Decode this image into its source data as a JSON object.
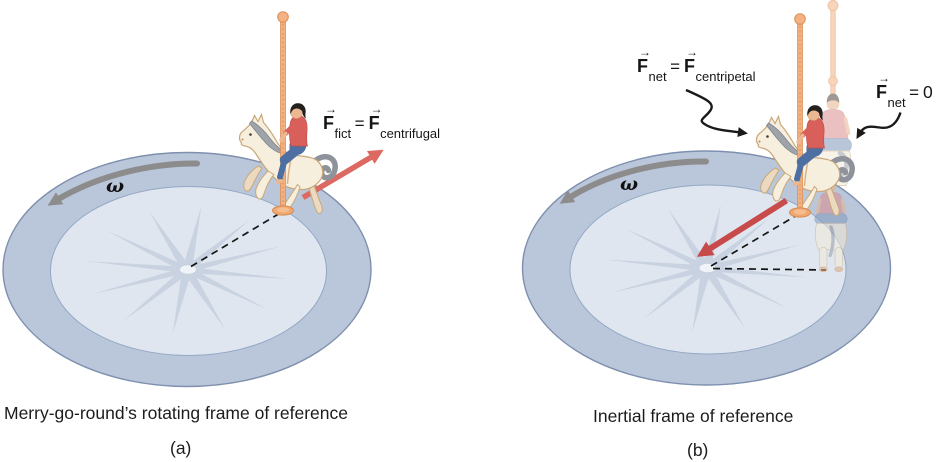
{
  "figure": {
    "description": "Merry-go-round frames of reference diagram",
    "panel_a": {
      "omega": "ω",
      "force_label": {
        "lhs_base": "F",
        "lhs_sub": "fict",
        "eq": "=",
        "rhs_base": "F",
        "rhs_sub": "centrifugal"
      },
      "caption": "Merry-go-round’s rotating frame of reference",
      "tag": "(a)"
    },
    "panel_b": {
      "omega": "ω",
      "force_label_centripetal": {
        "lhs_base": "F",
        "lhs_sub": "net",
        "eq": "=",
        "rhs_base": "F",
        "rhs_sub": "centripetal"
      },
      "force_label_net_zero": {
        "lhs_base": "F",
        "lhs_sub": "net",
        "eq": "=",
        "rhs": "0"
      },
      "caption": "Inertial frame of reference",
      "tag": "(b)"
    }
  },
  "notation": {
    "vector_arrow": "→"
  },
  "colors": {
    "centrifugal_arrow": "#dd6a62",
    "centripetal_arrow": "#c84b4b",
    "rotation_arrow": "#8c8c8c",
    "annotation_arrow": "#1a1a1a",
    "dashed_line": "#161616",
    "platform_ring": "#bac6d9",
    "platform_inner": "#dfe6f0",
    "platform_star": "#c9d2e0",
    "pole": "#f3b184",
    "horse_body": "#f7efde",
    "rider_shirt": "#d9605a",
    "rider_jeans": "#4d6fa1",
    "ghost_shirt": "#d98d90"
  }
}
